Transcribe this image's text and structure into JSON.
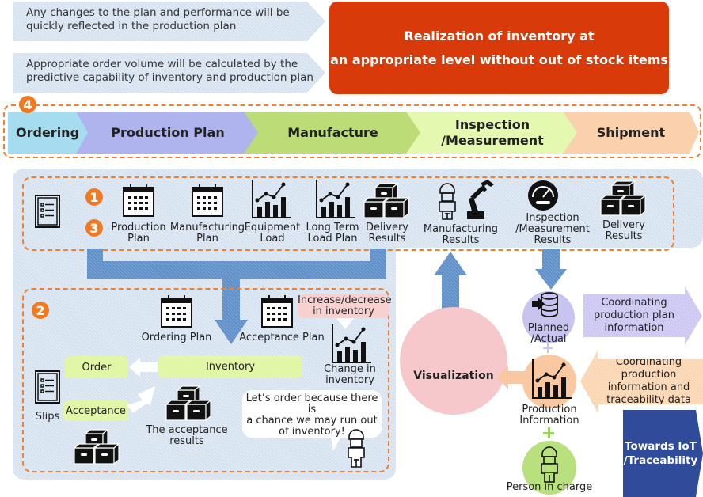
{
  "benefits": [
    {
      "line1": "Any changes to the plan and performance will be",
      "line2": "quickly reflected in the production plan"
    },
    {
      "line1": "Appropriate order volume will be calculated by the",
      "line2": "predictive capability of inventory and production plan"
    }
  ],
  "goal": {
    "line1": "Realization of inventory at",
    "line2": "an appropriate level without out of stock items"
  },
  "flow": {
    "badge": "4",
    "steps": [
      {
        "label": "Ordering",
        "color": "#a6dcf0"
      },
      {
        "label": "Production Plan",
        "color": "#b0b4ee"
      },
      {
        "label": "Manufacture",
        "color": "#bcdc78"
      },
      {
        "label_line1": "Inspection",
        "label_line2": "/Measurement",
        "color": "#e4f8b0"
      },
      {
        "label": "Shipment",
        "color": "#fbd0ac"
      }
    ]
  },
  "top_row": {
    "badges": [
      "1",
      "3"
    ],
    "items": [
      {
        "icon": "checklist-icon"
      },
      {
        "icon": "calendar-icon",
        "line1": "Production",
        "line2": "Plan"
      },
      {
        "icon": "calendar-icon",
        "line1": "Manufacturing",
        "line2": "Plan"
      },
      {
        "icon": "chart-icon",
        "line1": "Equipment",
        "line2": "Load"
      },
      {
        "icon": "chart-icon",
        "line1": "Long Term",
        "line2": "Load Plan"
      },
      {
        "icon": "boxes-icon",
        "line1": "Delivery",
        "line2": "Results"
      },
      {
        "icon": "worker-robot-icon",
        "line1": "Manufacturing",
        "line2": "Results"
      },
      {
        "icon": "gauge-icon",
        "line1": "Inspection",
        "line2": "/Measurement",
        "line3": "Results"
      },
      {
        "icon": "boxes-icon",
        "line1": "Delivery",
        "line2": "Results"
      }
    ]
  },
  "inventory_box": {
    "badge": "2",
    "ordering_plan": "Ordering Plan",
    "acceptance_plan": "Acceptance Plan",
    "increase_decrease_line1": "Increase/decrease",
    "increase_decrease_line2": "in inventory",
    "change_line1": "Change in",
    "change_line2": "inventory",
    "order": "Order",
    "inventory": "Inventory",
    "acceptance": "Acceptance",
    "slips": "Slips",
    "acceptance_results_line1": "The acceptance",
    "acceptance_results_line2": "results",
    "speech_line1": "Let’s order because there is",
    "speech_line2": "a chance we may run out",
    "speech_line3": "of inventory!"
  },
  "right_side": {
    "planned_line1": "Planned",
    "planned_line2": "/Actual",
    "production_info_line1": "Production",
    "production_info_line2": "Information",
    "person": "Person in charge",
    "visualization": "Visualization",
    "coord_plan_line1": "Coordinating",
    "coord_plan_line2": "production plan",
    "coord_plan_line3": "information",
    "coord_trace_line1": "Coordinating production",
    "coord_trace_line2": "information and",
    "coord_trace_line3": "traceability data",
    "iot_line1": "Towards IoT",
    "iot_line2": "/Traceability"
  },
  "colors": {
    "accent": "#f07a24",
    "goal": "#d83a0a",
    "iot": "#2f4b9a",
    "arrow_blue": "#5f8fc8"
  }
}
